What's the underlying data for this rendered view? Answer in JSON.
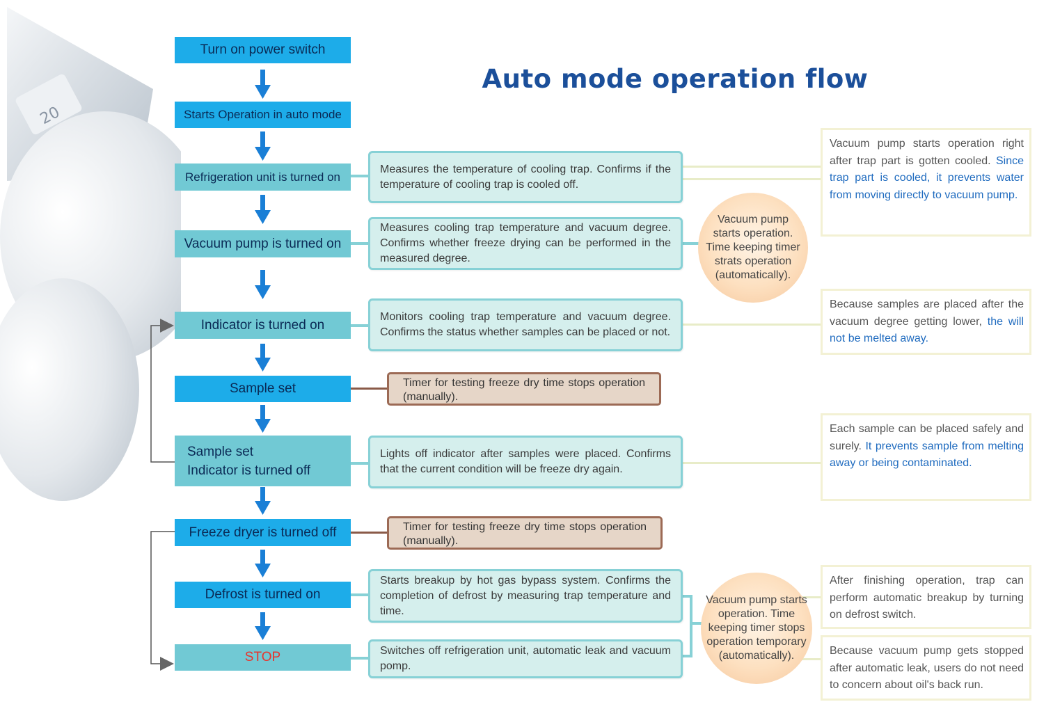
{
  "title": "Auto mode operation flow",
  "flask_label": "20",
  "colors": {
    "blue_step": "#1dace9",
    "teal_step": "#71c9d4",
    "arrow": "#1a7fd6",
    "stop_text": "#e8342c",
    "title": "#1b4f9a"
  },
  "steps": {
    "power": "Turn on power switch",
    "auto": "Starts Operation in auto mode",
    "refrig": "Refrigeration unit is turned on",
    "vacuum": "Vacuum pump is turned on",
    "indicator": "Indicator is turned on",
    "sample": "Sample set",
    "sample_off_1": "Sample set",
    "sample_off_2": "Indicator is turned off",
    "freeze_off": "Freeze dryer is turned off",
    "defrost": "Defrost is turned on",
    "stop": "STOP"
  },
  "descriptions": {
    "refrig": "Measures the temperature of cooling trap. Confirms if the temperature of cooling trap is cooled off.",
    "vacuum": "Measures cooling trap temperature and vacuum degree. Confirms whether freeze drying can be performed in the measured degree.",
    "indicator": "Monitors cooling trap temperature and vacuum degree. Confirms the status whether samples can be placed or not.",
    "sample_timer": "Timer for testing freeze dry time stops operation (manually).",
    "sample_off": "Lights off indicator after samples were placed. Confirms that the current condition will be freeze dry again.",
    "freeze_timer": "Timer for testing freeze dry time stops operation (manually).",
    "defrost": "Starts breakup by hot gas bypass system. Confirms the completion of defrost by measuring trap temperature and time.",
    "stop": "Switches off refrigeration unit, automatic leak and vacuum pomp."
  },
  "circles": {
    "top": "Vacuum pump starts operation. Time keeping timer strats operation (automatically).",
    "bottom": "Vacuum pump starts operation. Time keeping timer stops operation temporary (automatically)."
  },
  "notes": {
    "n1_plain": "Vacuum pump starts operation right after trap part is gotten cooled.",
    "n1_hl": "Since trap part is cooled, it prevents water from moving directly to vacuum pump.",
    "n2_plain": "Because samples are placed after the vacuum degree getting lower,",
    "n2_hl": "the will not be melted away.",
    "n3_plain": "Each sample can be placed safely and surely.",
    "n3_hl": "It prevents sample from melting away or being contaminated.",
    "n4": "After finishing operation, trap can perform automatic breakup by turning on defrost switch.",
    "n5": "Because vacuum pump gets stopped after automatic leak, users do not need to concern about oil's back run."
  }
}
